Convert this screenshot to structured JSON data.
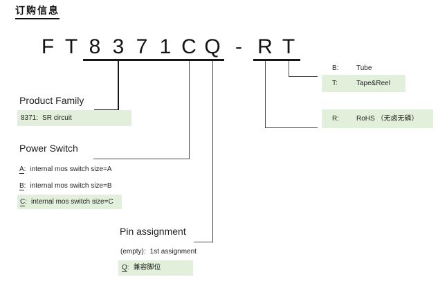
{
  "title": "订购信息",
  "part_number": {
    "chars": {
      "f": "F",
      "t1": "T",
      "d8": "8",
      "d3": "3",
      "d7": "7",
      "d1": "1",
      "c": "C",
      "q": "Q",
      "dash": "-",
      "r": "R",
      "t2": "T"
    }
  },
  "sections": {
    "product_family": {
      "heading": "Product Family",
      "rows": [
        {
          "u": "",
          "rest": "8371:",
          "label": "SR circuit",
          "highlight": true
        }
      ]
    },
    "power_switch": {
      "heading": "Power Switch",
      "rows": [
        {
          "u": "A",
          "rest": ":",
          "label": "internal mos switch size=A",
          "highlight": false
        },
        {
          "u": "B",
          "rest": ":",
          "label": "internal mos switch size=B",
          "highlight": false
        },
        {
          "u": "C",
          "rest": ":",
          "label": "internal mos switch size=C",
          "highlight": true
        }
      ]
    },
    "pin_assignment": {
      "heading": "Pin assignment",
      "rows": [
        {
          "u": "",
          "rest": "(empty):",
          "label": "1st assignment",
          "highlight": false
        },
        {
          "u": "Q",
          "rest": ":",
          "label": "兼容脚位",
          "highlight": true
        }
      ]
    },
    "packing": {
      "rows": [
        {
          "u": "",
          "rest": "B:",
          "label": "Tube",
          "highlight": false
        },
        {
          "u": "",
          "rest": "T:",
          "label": "Tape&Reel",
          "highlight": true
        }
      ]
    },
    "rohs": {
      "rows": [
        {
          "u": "",
          "rest": "R:",
          "label": "RoHS （无卤无磷）",
          "highlight": true
        }
      ]
    }
  },
  "colors": {
    "highlight": "#e2efda",
    "line": "#4a4a4a",
    "accent_line": "#161616",
    "text": "#1c1c1c"
  }
}
